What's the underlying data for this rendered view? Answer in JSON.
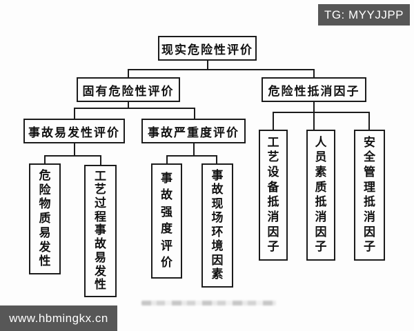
{
  "watermarks": {
    "top_right": "TG: MYYJJPP",
    "bottom_left": "www.hbmingkx.cn"
  },
  "colors": {
    "banner_background": "#575757",
    "line_color": "#1b1b1b",
    "background": "#fdfdfd"
  },
  "diagram_type": "tree-flowchart",
  "tree": {
    "root": "现实危险性评价",
    "children": [
      {
        "label": "固有危险性评价",
        "children": [
          {
            "label": "事故易发性评价",
            "children": [
              {
                "label": "危险物质易发性"
              },
              {
                "label": "工艺过程事故易发性"
              }
            ]
          },
          {
            "label": "事故严重度评价",
            "children": [
              {
                "label": "事故强度评价"
              },
              {
                "label": "事故现场环境因素"
              }
            ]
          }
        ]
      },
      {
        "label": "危险性抵消因子",
        "children": [
          {
            "label": "工艺设备抵消因子"
          },
          {
            "label": "人员素质抵消因子"
          },
          {
            "label": "安全管理抵消因子"
          }
        ]
      }
    ]
  }
}
